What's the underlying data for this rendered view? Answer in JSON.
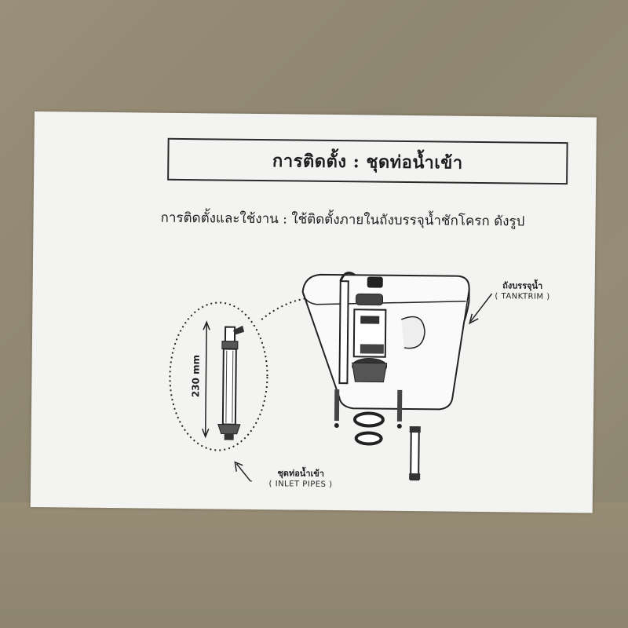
{
  "label": {
    "title": "การติดตั้ง : ชุดท่อน้ำเข้า",
    "subtitle": "การติดตั้งและใช้งาน : ใช้ติดตั้งภายในถังบรรจุน้ำชักโครก ดังรูป",
    "tank_callout": {
      "thai": "ถังบรรจุน้ำ",
      "english": "( TANKTRIM )"
    },
    "pipe_callout": {
      "thai": "ชุดท่อน้ำเข้า",
      "english": "( INLET PIPES )"
    },
    "dimension": "230 mm"
  }
}
